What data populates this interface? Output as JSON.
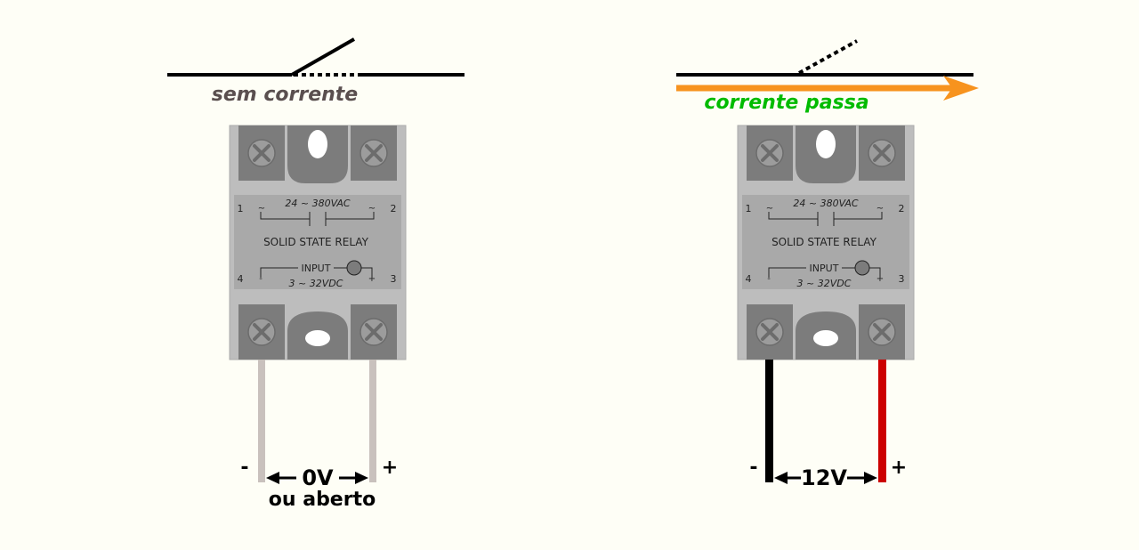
{
  "colors": {
    "background": "#fefef6",
    "relay_body": "#bdbdbd",
    "relay_face": "#a9a9a9",
    "terminal_block": "#7c7c7c",
    "screw": "#9c9c9c",
    "no_current_label": "#5a4f4f",
    "current_label": "#00bb00",
    "current_arrow": "#f7931e",
    "wire_idle": "#c9c1bd",
    "wire_negative": "#000000",
    "wire_positive": "#cc0000"
  },
  "left_panel": {
    "state_label": "sem corrente",
    "negative_sign": "-",
    "positive_sign": "+",
    "voltage_label": "0V",
    "voltage_sublabel": "ou aberto"
  },
  "right_panel": {
    "state_label": "corrente passa",
    "negative_sign": "-",
    "positive_sign": "+",
    "voltage_label": "12V"
  },
  "relay": {
    "ac_rating": "24 ~ 380VAC",
    "title": "SOLID STATE RELAY",
    "input_label": "INPUT",
    "dc_rating": "3 ~ 32VDC",
    "pin_1": "1",
    "pin_2": "2",
    "pin_3": "3",
    "pin_4": "4",
    "tilde_left": "~",
    "tilde_right": "~",
    "minus": "-",
    "plus": "+"
  }
}
